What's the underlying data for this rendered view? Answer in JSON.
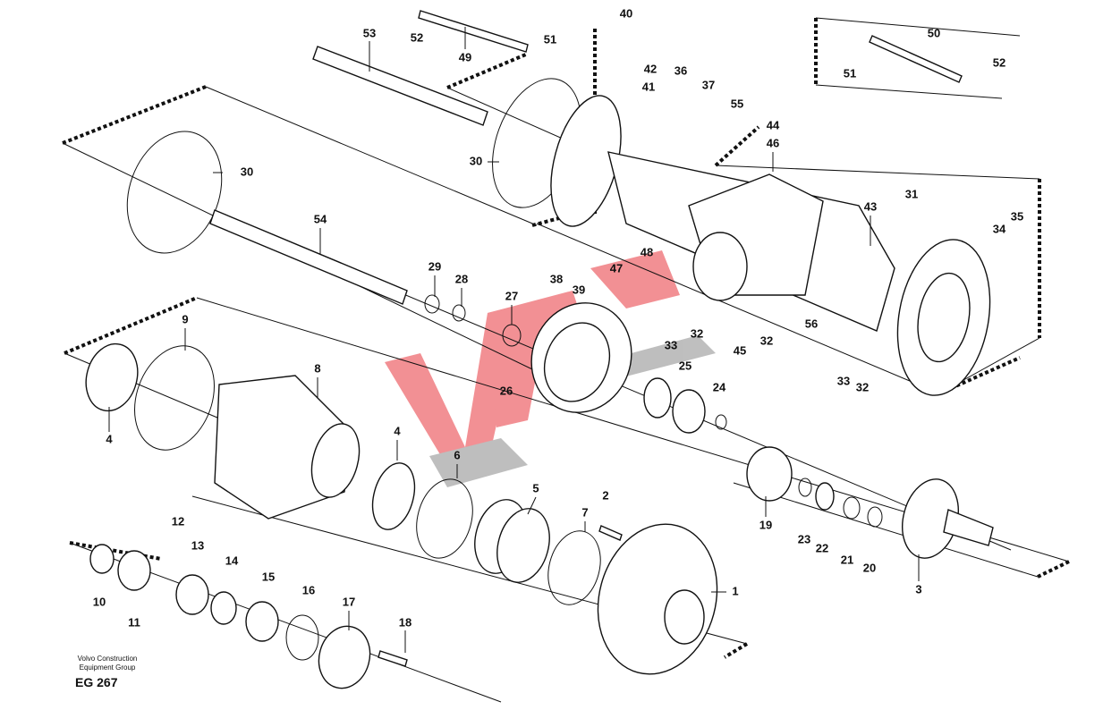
{
  "diagram": {
    "publisher_line1": "Volvo Construction",
    "publisher_line2": "Equipment Group",
    "group_code": "EG 267",
    "watermark_colors": {
      "red": "#e8363d",
      "gray": "#8a8a8a"
    },
    "labels": [
      "53",
      "52",
      "49",
      "40",
      "51",
      "42",
      "41",
      "36",
      "37",
      "55",
      "44",
      "46",
      "50",
      "52",
      "51",
      "30",
      "30",
      "54",
      "31",
      "43",
      "35",
      "34",
      "29",
      "28",
      "27",
      "47",
      "48",
      "38",
      "39",
      "9",
      "33",
      "32",
      "45",
      "32",
      "56",
      "25",
      "24",
      "26",
      "33",
      "32",
      "8",
      "4",
      "4",
      "6",
      "5",
      "2",
      "7",
      "19",
      "23",
      "22",
      "21",
      "20",
      "3",
      "1",
      "12",
      "13",
      "14",
      "15",
      "16",
      "17",
      "18",
      "10",
      "11"
    ]
  }
}
